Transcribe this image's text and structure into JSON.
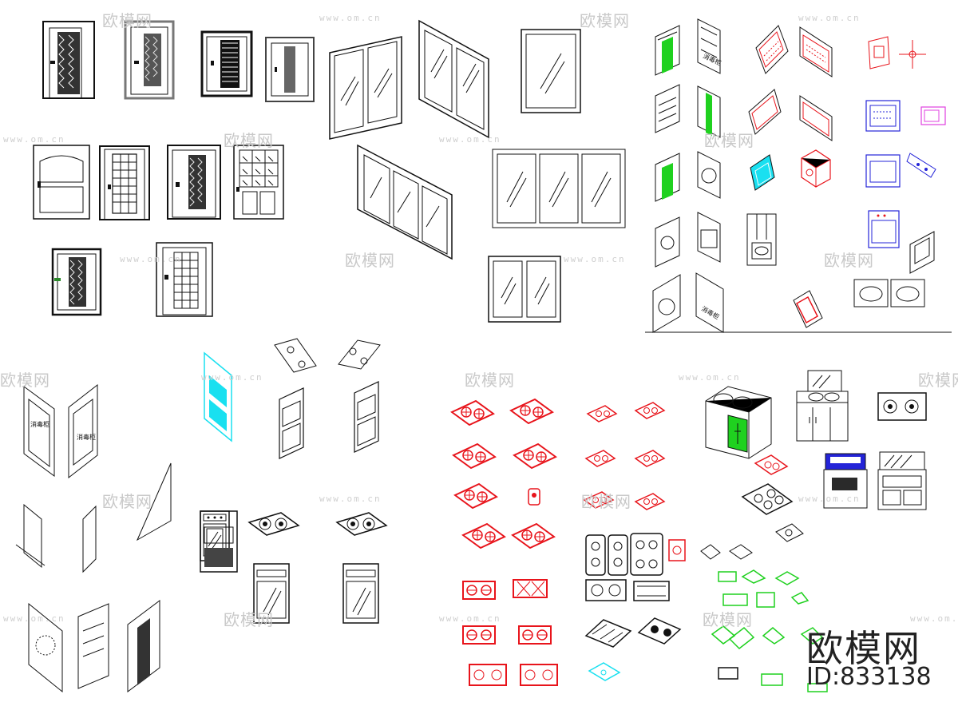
{
  "watermark": {
    "brand": "欧模网",
    "url": "www.om.cn",
    "id_text": "ID:833138"
  },
  "labels": {
    "disinfection_cabinet": "消毒柜"
  },
  "colors": {
    "line": "#111111",
    "red": "#e8141b",
    "green": "#1fd11f",
    "cyan": "#19e0f0",
    "blue": "#2424d8",
    "magenta": "#e040e0",
    "watermark": "#c9c9c9"
  },
  "icons": [
    "door-icon",
    "window-icon",
    "oven-icon",
    "microwave-icon",
    "gas-stove-icon",
    "range-hood-icon",
    "disinfection-cabinet-icon",
    "sink-icon",
    "cabinet-icon"
  ]
}
